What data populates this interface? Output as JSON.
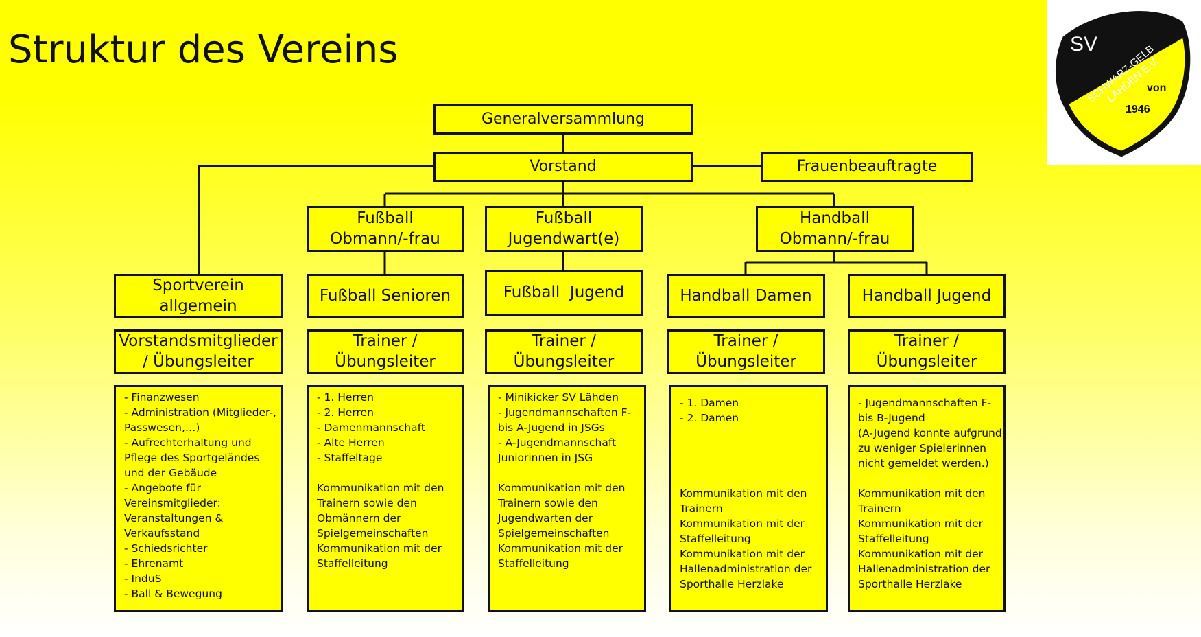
{
  "title": "Struktur des Vereins",
  "logo": {
    "initials": "SV",
    "arc_text": "SCHWARZ-GELB LÄHDEN E.V.",
    "arc_line1": "SCHWARZ-GELB",
    "arc_line2": "LÄHDEN E.V.",
    "von": "von",
    "year": "1946",
    "colors": {
      "black": "#111111",
      "yellow": "#ffff00"
    }
  },
  "nodes": {
    "generalversammlung": "Generalversammlung",
    "vorstand": "Vorstand",
    "frauenbeauftragte": "Frauenbeauftragte",
    "fussball_obmann": [
      "Fußball",
      "Obmann/-frau"
    ],
    "fussball_jugendwart": [
      "Fußball",
      "Jugendwart(e)"
    ],
    "handball_obmann": [
      "Handball",
      "Obmann/-frau"
    ]
  },
  "columns": [
    {
      "unit": [
        "Sportverein",
        "allgemein"
      ],
      "role": [
        "Vorstandsmitglieder",
        "/ Übungsleiter"
      ],
      "details": [
        "-     Finanzwesen",
        "- Administration (Mitglieder-,",
        "Passwesen,…)",
        "- Aufrechterhaltung und",
        "Pflege des Sportgeländes",
        "und der Gebäude",
        "- Angebote für",
        "Vereinsmitglieder:",
        "Veranstaltungen &",
        "Verkaufsstand",
        "- Schiedsrichter",
        "- Ehrenamt",
        "- InduS",
        "- Ball & Bewegung",
        "…"
      ]
    },
    {
      "unit": [
        "Fußball Senioren"
      ],
      "role": [
        "Trainer /",
        "Übungsleiter"
      ],
      "details": [
        "- 1. Herren",
        "- 2. Herren",
        "- Damenmannschaft",
        "- Alte Herren",
        "- Staffeltage",
        "",
        "Kommunikation mit den",
        "Trainern sowie den",
        "Obmännern der",
        "Spielgemeinschaften",
        "Kommunikation mit der",
        "Staffelleitung"
      ]
    },
    {
      "unit": [
        "Fußball  Jugend"
      ],
      "role": [
        "Trainer /",
        "Übungsleiter"
      ],
      "details": [
        "- Minikicker SV Lähden",
        "- Jugendmannschaften F-",
        "bis A-Jugend in JSGs",
        "- A-Jugendmannschaft",
        "Juniorinnen in JSG",
        "",
        "Kommunikation mit den",
        "Trainern sowie den",
        "Jugendwarten der",
        "Spielgemeinschaften",
        "Kommunikation mit der",
        "Staffelleitung"
      ]
    },
    {
      "unit": [
        "Handball Damen"
      ],
      "role": [
        "Trainer /",
        "Übungsleiter"
      ],
      "details": [
        "- 1. Damen",
        "- 2. Damen",
        "",
        "",
        "",
        "",
        "Kommunikation mit den",
        "Trainern",
        "Kommunikation mit der",
        "Staffelleitung",
        "Kommunikation mit der",
        "Hallenadministration der",
        "Sporthalle Herzlake"
      ]
    },
    {
      "unit": [
        "Handball Jugend"
      ],
      "role": [
        "Trainer /",
        "Übungsleiter"
      ],
      "details": [
        "- Jugendmannschaften F-",
        "bis B-Jugend",
        "(A-Jugend konnte aufgrund",
        "zu weniger Spielerinnen",
        "nicht gemeldet werden.)",
        "",
        "Kommunikation mit den",
        "Trainern",
        "Kommunikation mit der",
        "Staffelleitung",
        "Kommunikation mit der",
        "Hallenadministration der",
        "Sporthalle Herzlake"
      ]
    }
  ]
}
